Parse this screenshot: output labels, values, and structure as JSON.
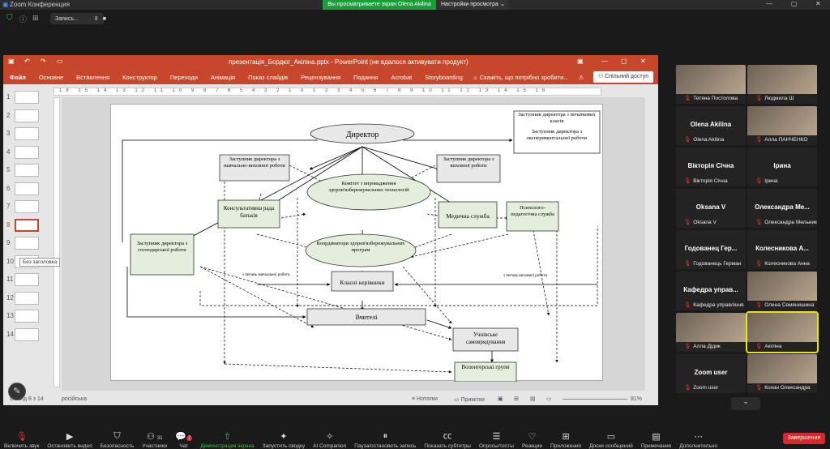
{
  "window": {
    "title": "Zoom Конференция",
    "share_banner": "Вы просматриваете экран Olena Akilina",
    "view_settings": "Настройки просмотра"
  },
  "recording": {
    "label": "Запись...",
    "pause": "II",
    "stop": "■"
  },
  "ppt": {
    "title": "презентація_Бордюг_Акіліна.pptx - PowerPoint (не вдалося активувати продукт)",
    "menu": [
      "Файл",
      "Основне",
      "Вставлення",
      "Конструктор",
      "Переходи",
      "Анімація",
      "Показ слайдів",
      "Рецензування",
      "Подання",
      "Acrobat",
      "Storyboarding"
    ],
    "tell_me": "Скажіть, що потрібно зробити...",
    "share": "Спільний доступ",
    "ruler": "16 15 14 13 12 11 10 9 8 7 6 5 4 3 2 1 0 1 2 3 4 5 6 7 8 9 10 11 12 13 14 15 16",
    "thumb_numbers": [
      "1",
      "2",
      "3",
      "4",
      "5",
      "6",
      "7",
      "8",
      "9",
      "10",
      "11",
      "12",
      "13",
      "14"
    ],
    "tooltip": "Без заголовка",
    "status": {
      "slide": "Слайд 8 з 14",
      "lang": "російська",
      "notes": "Нотатки",
      "comments": "Примітки",
      "zoom": "81%"
    }
  },
  "diagram": {
    "director": "Директор",
    "dep_primary": "Заступник директора з початкових класів",
    "dep_experimental": "Заступник директора з експериментальної роботи",
    "dep_educational": "Заступник директора з навчально-виховної роботи",
    "dep_upbringing": "Заступник директора з виховної роботи",
    "committee": "Комітет з впровадження здоров'язбережувальних технологій",
    "parents_council": "Консультативна рада батьків",
    "medical": "Медична служба",
    "psych": "Психолого-педагогічна служба",
    "dep_economic": "Заступник директора з господарської роботи",
    "coordinators": "Координатори здоров'язбережувальних програм",
    "class_teachers": "Класні керівники",
    "teachers": "Вчителі",
    "self_gov": "Учнівське самоврядування",
    "volunteers": "Волонтерські групи",
    "note_edu": "з питань навчальної роботи",
    "note_upb": "з питань виховної роботи"
  },
  "participants": [
    {
      "name": "Тетяна Постолова",
      "big": ""
    },
    {
      "name": "Людмила Ш",
      "big": ""
    },
    {
      "name": "Olena Akilina",
      "big": "Olena Akilina"
    },
    {
      "name": "Алла ПАНЧЕНКО",
      "big": ""
    },
    {
      "name": "Вікторія Січна",
      "big": "Вікторія Січна"
    },
    {
      "name": "Ірина",
      "big": "Ірина"
    },
    {
      "name": "Oksana V",
      "big": "Oksana V"
    },
    {
      "name": "Олександра Мельник",
      "big": "Олександра Ме..."
    },
    {
      "name": "Годованець Герман",
      "big": "Годованец Гер..."
    },
    {
      "name": "Колесникова Анна",
      "big": "Колесникова А..."
    },
    {
      "name": "Кафедра управління",
      "big": "Кафедра управ..."
    },
    {
      "name": "Олена Семенишина",
      "big": ""
    },
    {
      "name": "Алла Дідик",
      "big": ""
    },
    {
      "name": "Акіліна",
      "big": ""
    },
    {
      "name": "Zoom user",
      "big": "Zoom user"
    },
    {
      "name": "Кохан Олександра",
      "big": ""
    }
  ],
  "toolbar": {
    "mute": "Включить звук",
    "video": "Остановить видео",
    "security": "Безопасность",
    "participants": "Участники",
    "participants_count": "31",
    "chat": "Чат",
    "chat_badge": "7",
    "share": "Демонстрация экрана",
    "summary": "Запустить сводку",
    "ai": "AI Companion",
    "pause_rec": "Пауза/остановить запись",
    "captions": "Показать субтитры",
    "polls": "Опросы/тесты",
    "reactions": "Реакции",
    "apps": "Приложения",
    "whiteboard": "Доски сообщений",
    "notes": "Примечания",
    "more": "Дополнительно",
    "end": "Завершение"
  }
}
